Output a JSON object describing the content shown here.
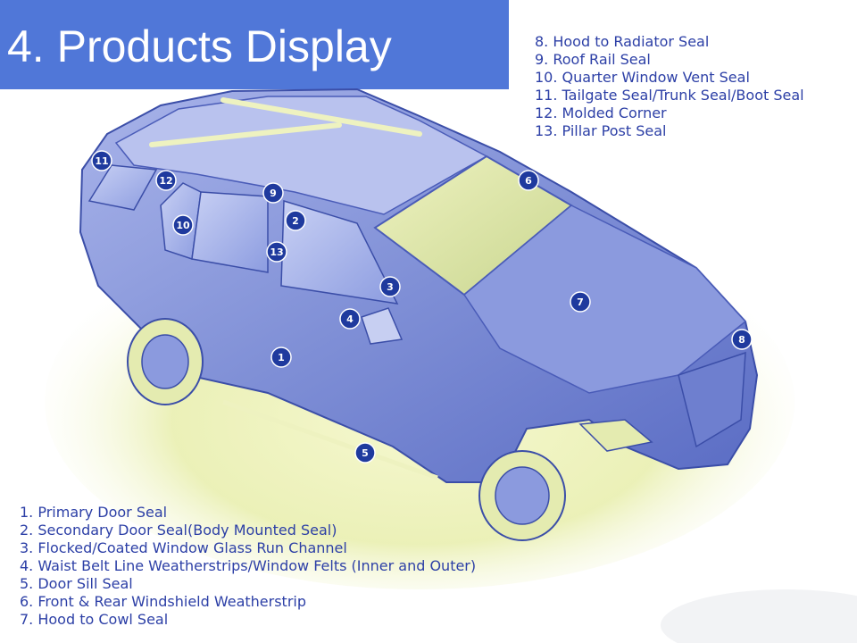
{
  "slide": {
    "title": "4. Products Display"
  },
  "legend_top": [
    "8. Hood to Radiator Seal",
    "9. Roof Rail Seal",
    "10. Quarter Window Vent Seal",
    "11. Tailgate Seal/Trunk Seal/Boot Seal",
    "12. Molded Corner",
    "13. Pillar Post Seal"
  ],
  "legend_bottom": [
    "1. Primary Door Seal",
    "2. Secondary Door Seal(Body Mounted Seal)",
    "3. Flocked/Coated Window Glass Run Channel",
    "4. Waist Belt Line Weatherstrips/Window Felts (Inner and Outer)",
    "5. Door Sill Seal",
    "6. Front & Rear Windshield Weatherstrip",
    "7. Hood to Cowl Seal"
  ],
  "markers": [
    "1",
    "2",
    "3",
    "4",
    "5",
    "6",
    "7",
    "8",
    "9",
    "10",
    "11",
    "12",
    "13"
  ],
  "colors": {
    "title_bar": "#5077d8",
    "legend_text": "#2c3fa6",
    "marker_fill": "#1f3a9e",
    "car_body": "#7f8fd6",
    "car_glow": "#e9efb0"
  }
}
